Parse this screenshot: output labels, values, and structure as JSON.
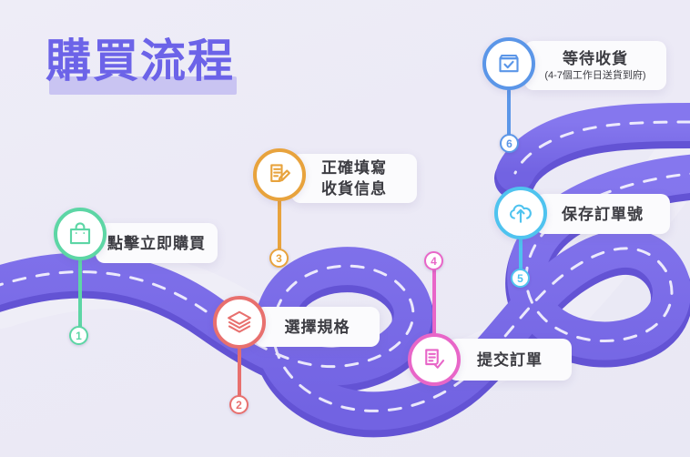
{
  "page": {
    "title": "購買流程",
    "background_color": "#ECEAF6",
    "accent_color": "#6C63E8",
    "title_underline_color": "#C9C4F2",
    "road_color": "#7B6CE8",
    "road_shade_color": "#6A59D8",
    "road_dash_color": "#FFFFFF"
  },
  "steps": [
    {
      "number": "1",
      "label": "點擊立即購買",
      "sublabel": "",
      "color": "#5DD6A5",
      "icon": "shopping-bag-icon"
    },
    {
      "number": "2",
      "label": "選擇規格",
      "sublabel": "",
      "color": "#E8706E",
      "icon": "layers-icon"
    },
    {
      "number": "3",
      "label": "正確填寫",
      "sublabel": "收貨信息",
      "color": "#E8A33D",
      "icon": "document-edit-icon"
    },
    {
      "number": "4",
      "label": "提交訂單",
      "sublabel": "",
      "color": "#E866C8",
      "icon": "document-check-icon"
    },
    {
      "number": "5",
      "label": "保存訂單號",
      "sublabel": "",
      "color": "#4FC3EF",
      "icon": "cloud-upload-icon"
    },
    {
      "number": "6",
      "label": "等待收貨",
      "sublabel": "(4-7個工作日送貨到府)",
      "color": "#5B96E8",
      "icon": "package-check-icon"
    }
  ]
}
